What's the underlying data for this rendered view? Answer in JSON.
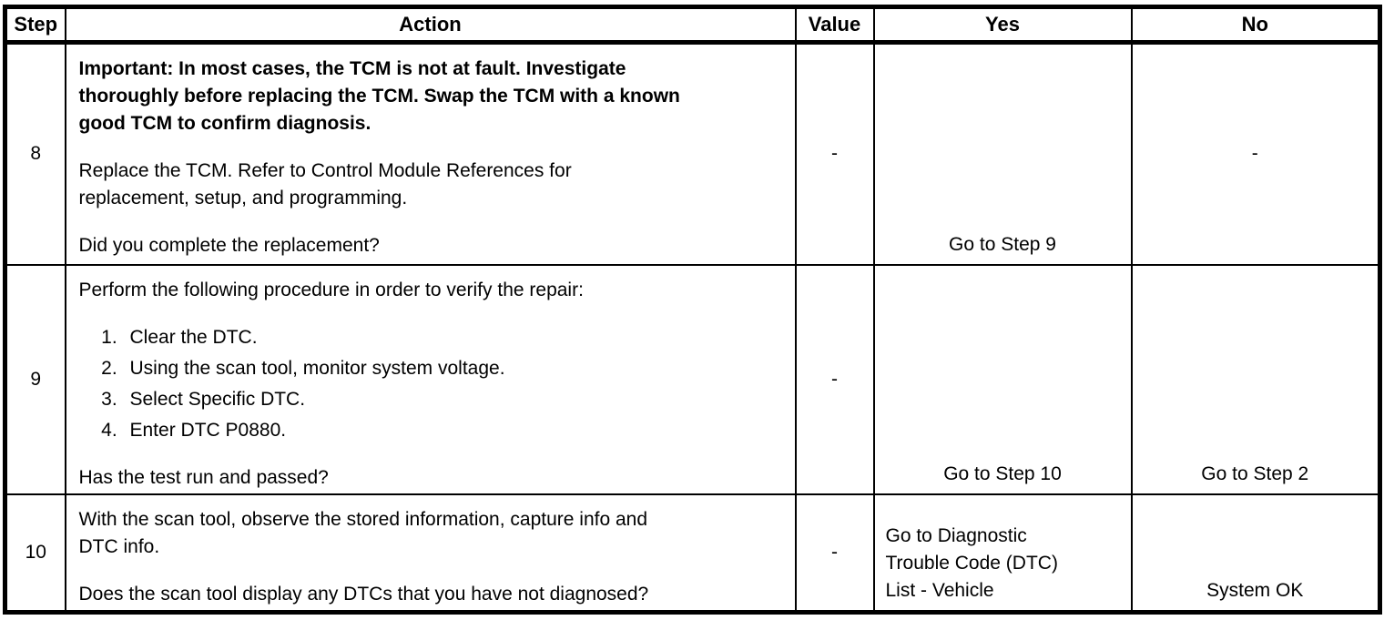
{
  "colors": {
    "background": "#ffffff",
    "border": "#000000",
    "text": "#000000"
  },
  "table": {
    "headers": {
      "step": "Step",
      "action": "Action",
      "value": "Value",
      "yes": "Yes",
      "no": "No"
    },
    "rows": [
      {
        "step": "8",
        "action_important": "Important: In most cases, the TCM is not at fault. Investigate\nthoroughly before replacing the TCM. Swap the TCM with a known\ngood TCM to confirm diagnosis.",
        "action_body": "Replace the TCM. Refer to Control Module References for\nreplacement, setup, and programming.",
        "action_question": "Did you complete the replacement?",
        "value": "-",
        "yes": "Go to Step 9",
        "no": "-"
      },
      {
        "step": "9",
        "action_intro": "Perform the following procedure in order to verify the repair:",
        "action_list": [
          "Clear the DTC.",
          "Using the scan tool, monitor system voltage.",
          "Select Specific DTC.",
          "Enter DTC P0880."
        ],
        "action_question": "Has the test run and passed?",
        "value": "-",
        "yes": "Go to Step 10",
        "no": "Go to Step 2"
      },
      {
        "step": "10",
        "action_body": "With the scan tool, observe the stored information, capture info and\nDTC info.",
        "action_question": "Does the scan tool display any DTCs that you have not diagnosed?",
        "value": "-",
        "yes": "Go to Diagnostic\nTrouble Code (DTC)\nList - Vehicle",
        "no": "System OK"
      }
    ]
  }
}
